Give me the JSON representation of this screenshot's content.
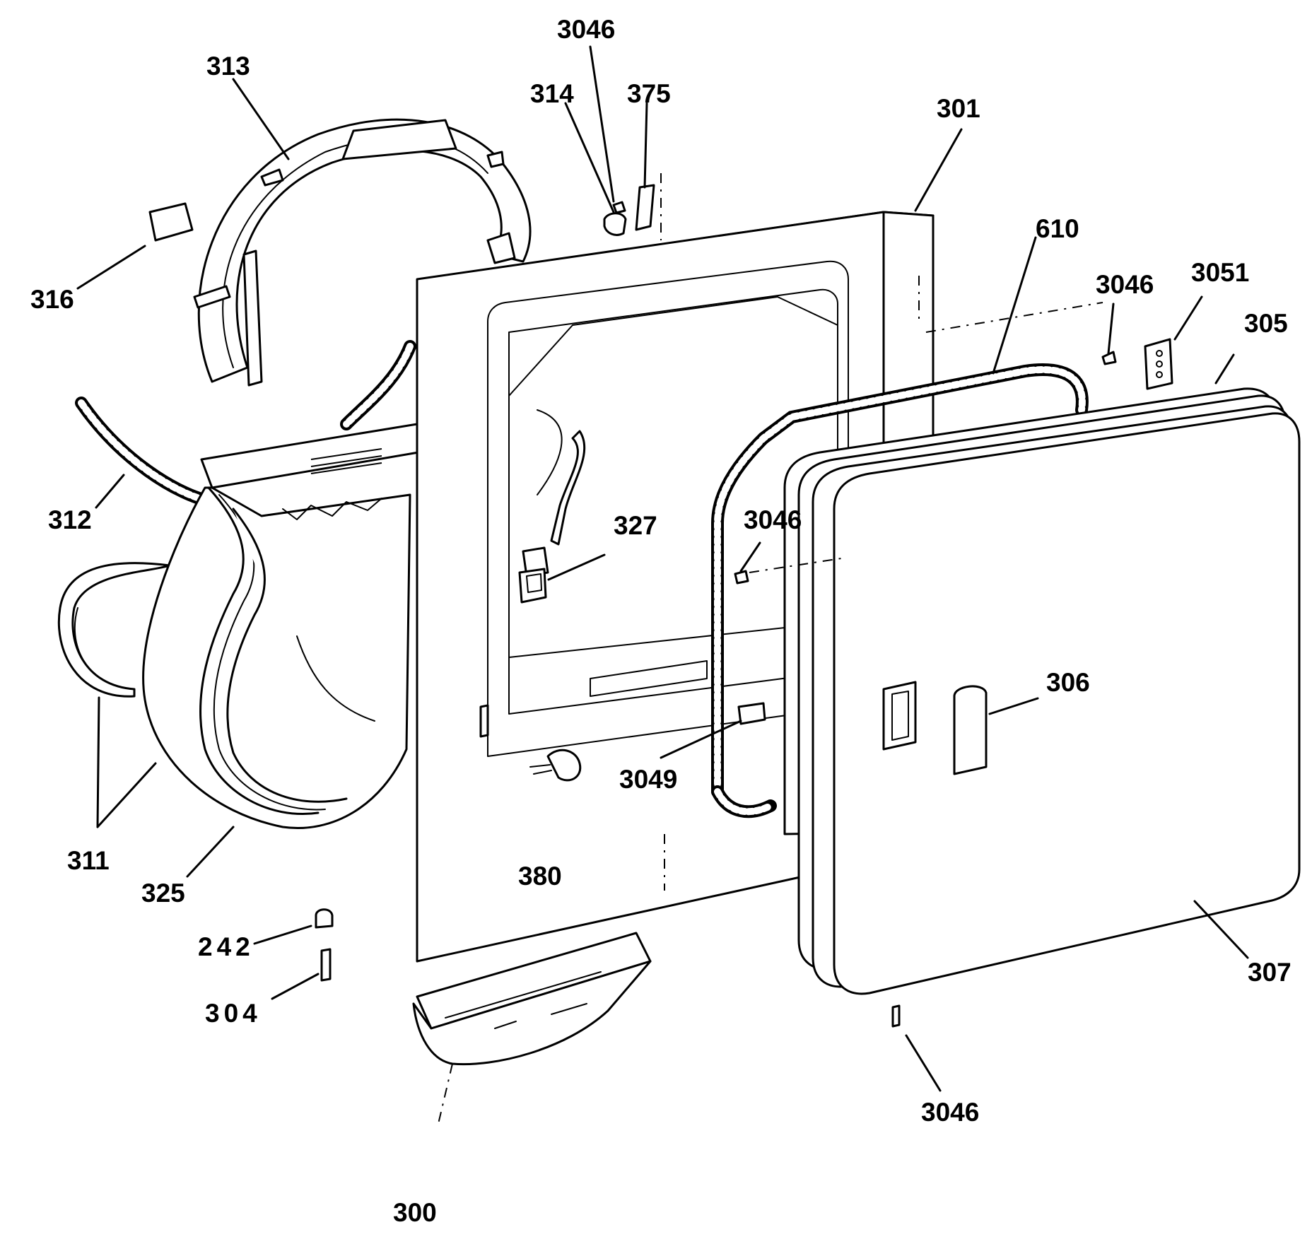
{
  "diagram": {
    "labels": {
      "l313": "313",
      "l3046_top": "3046",
      "l314": "314",
      "l375": "375",
      "l301": "301",
      "l610": "610",
      "l3046_right": "3046",
      "l3051": "3051",
      "l305": "305",
      "l316": "316",
      "l312": "312",
      "l327": "327",
      "l3046_mid": "3046",
      "l306": "306",
      "l3049": "3049",
      "l311": "311",
      "l325": "325",
      "l380": "380",
      "l242": "242",
      "l304": "304",
      "l307": "307",
      "l3046_bottom": "3046",
      "l300": "300"
    }
  }
}
